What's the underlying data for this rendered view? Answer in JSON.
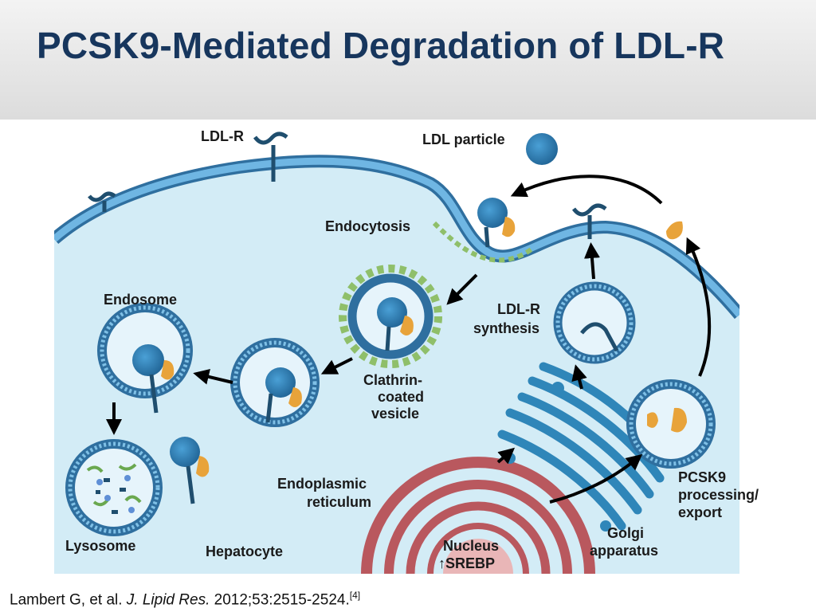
{
  "title": "PCSK9-Mediated Degradation of LDL-R",
  "labels": {
    "ldlr": "LDL-R",
    "ldl_particle": "LDL particle",
    "endocytosis": "Endocytosis",
    "endosome": "Endosome",
    "clathrin_line1": "Clathrin-",
    "clathrin_line2": "coated",
    "clathrin_line3": "vesicle",
    "ldlr_synthesis_line1": "LDL-R",
    "ldlr_synthesis_line2": "synthesis",
    "er_line1": "Endoplasmic",
    "er_line2": "reticulum",
    "lysosome": "Lysosome",
    "hepatocyte": "Hepatocyte",
    "nucleus_line1": "Nucleus",
    "nucleus_line2": "↑SREBP",
    "golgi_line1": "Golgi",
    "golgi_line2": "apparatus",
    "pcsk9_line1": "PCSK9",
    "pcsk9_line2": "processing/",
    "pcsk9_line3": "export"
  },
  "citation": {
    "authors": "Lambert G, et al.",
    "journal": "J. Lipid Res.",
    "details": "2012;53:2515-2524.",
    "ref": "[4]"
  },
  "colors": {
    "title": "#17365d",
    "cytoplasm": "#d3ecf6",
    "membrane": "#3f8fcf",
    "receptor": "#1f4e6e",
    "pcsk9": "#e8a33a",
    "nucleus": "#b9585e",
    "ldl_particle": "#2f7fb5"
  }
}
